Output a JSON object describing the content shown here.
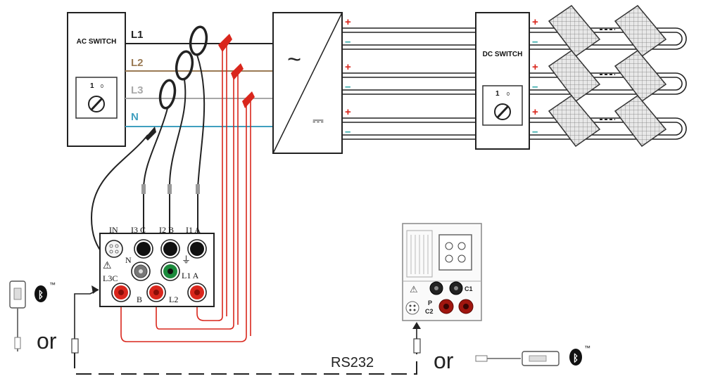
{
  "ac_switch": {
    "title": "AC SWITCH",
    "on_mark": "1",
    "off_mark": "0"
  },
  "lines": [
    {
      "label": "L1",
      "color": "#222222"
    },
    {
      "label": "L2",
      "color": "#9a7a54"
    },
    {
      "label": "L3",
      "color": "#a8a8a8"
    },
    {
      "label": "N",
      "color": "#3f9fbf"
    }
  ],
  "inverter": {
    "ac_symbol": "~",
    "dc_symbol": "⎓"
  },
  "dc_polarity": {
    "plus": "+",
    "minus": "–"
  },
  "dc_switch": {
    "title": "DC SWITCH",
    "on_mark": "1",
    "off_mark": "0"
  },
  "instrument_left": {
    "top_labels": [
      "IN",
      "I3 C",
      "I2 B",
      "I1 A"
    ],
    "mid_labels": [
      "N",
      "L1 A"
    ],
    "bottom_labels": [
      "L3C",
      "B",
      "L2"
    ],
    "warning": "⚠",
    "ground": "⏚"
  },
  "instrument_right": {
    "labels": [
      "C1",
      "P",
      "C2"
    ],
    "warning": "⚠"
  },
  "connection": {
    "or_left": "or",
    "or_right": "or",
    "rs232": "RS232",
    "bluetooth_tm": "™",
    "bluetooth_glyph": "ᛒ"
  },
  "colors": {
    "probe_red": "#d9261c",
    "jack_green": "#1b8a3c",
    "dc_plus": "#d9261c",
    "dc_minus": "#2aa6a6"
  }
}
